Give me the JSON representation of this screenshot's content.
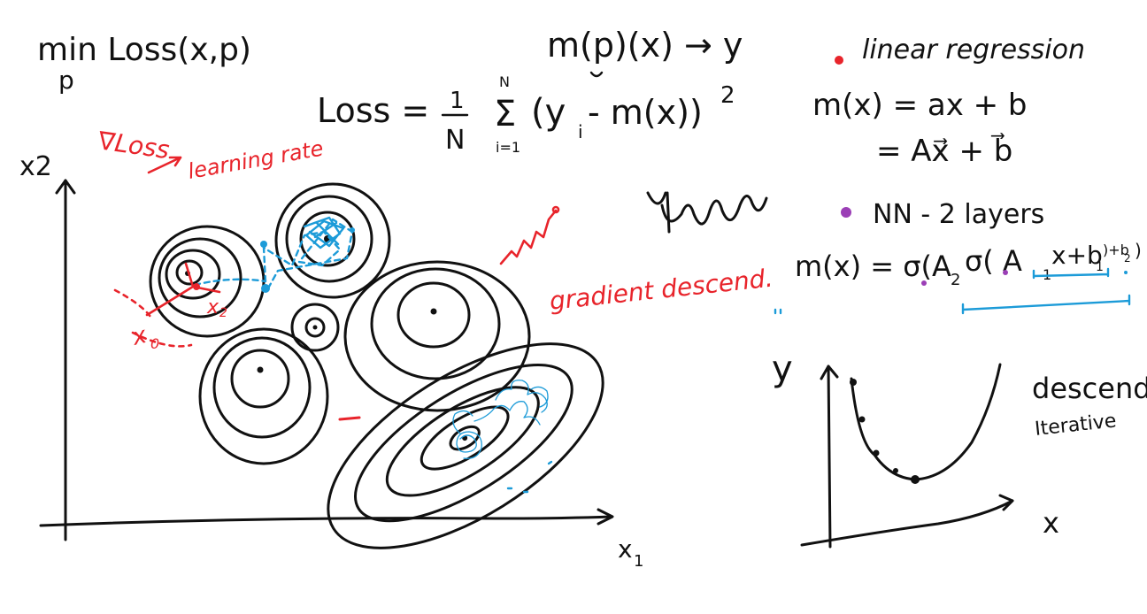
{
  "colors": {
    "ink": "#111111",
    "red": "#e8242b",
    "blue": "#1c9bd8",
    "purple": "#9b3fb6",
    "background": "#ffffff"
  },
  "notes": {
    "min_loss": "min Loss(x,p)",
    "min_sub": "p",
    "model_map": "m(p)(x) → y",
    "loss_lhs": "Loss =",
    "loss_frac_num": "1",
    "loss_frac_den": "N",
    "loss_sum_top": "N",
    "loss_sum_sigma": "Σ",
    "loss_sum_bottom": "i=1",
    "loss_body": "(y",
    "loss_body_sub": "i",
    "loss_body_rest": "- m(x))",
    "loss_exp": "2"
  },
  "red_notes": {
    "grad_loss": "∇Loss",
    "learning_rate": "learning rate",
    "gradient_descend": "gradient descend.",
    "x0_label": "x",
    "x0_sub": "0",
    "x2_point_label": "x",
    "x2_point_sub": "2"
  },
  "axes": {
    "x1_label": "x",
    "x1_sub": "1",
    "x2_label": "x2"
  },
  "right_panel": {
    "linear_regression": "linear regression",
    "lr_eq1": "m(x) = ax + b",
    "lr_eq2": "= Ax⃗ + b⃗",
    "nn_title": "NN - 2 layers",
    "nn_eq_lhs": "m(x) = σ(A",
    "nn_eq_a2sub": "2",
    "nn_eq_mid": "σ( A",
    "nn_eq_a1sub": "1",
    "nn_eq_rest": "x+b",
    "nn_eq_b1sub": "1",
    "nn_eq_tail": ")+b",
    "nn_eq_b2sub": "2",
    "nn_eq_close": ")"
  },
  "mini_plot": {
    "y_label": "y",
    "x_label": "x",
    "descend": "descend",
    "iterative": "Iterative"
  }
}
